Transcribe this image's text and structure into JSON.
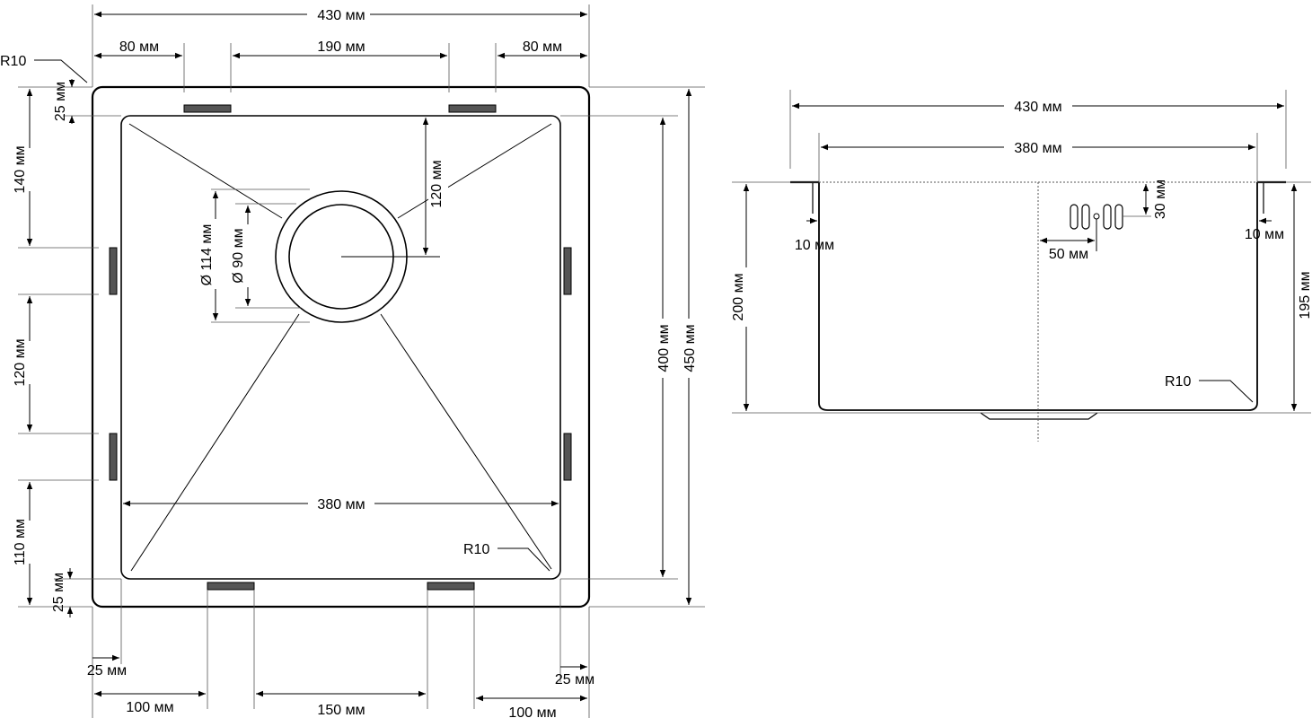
{
  "top_view": {
    "width_overall": "430 мм",
    "bracket_left": "80 мм",
    "bracket_middle": "190 мм",
    "bracket_right": "80 мм",
    "radius_outer": "R10",
    "top_flange": "25 мм",
    "left_140": "140 мм",
    "left_120": "120 мм",
    "left_110": "110 мм",
    "bottom_flange": "25 мм",
    "drain_outer_diameter": "Ø 114 мм",
    "drain_inner_diameter": "Ø 90 мм",
    "drain_offset": "120 мм",
    "depth_inner": "400 мм",
    "depth_overall": "450 мм",
    "inner_width": "380 мм",
    "radius_inner": "R10",
    "bottom_left_flange": "25 мм",
    "bottom_right_flange": "25 мм",
    "bottom_100_left": "100 мм",
    "bottom_150": "150 мм",
    "bottom_100_right": "100 мм"
  },
  "side_view": {
    "width_overall": "430 мм",
    "inner_width": "380 мм",
    "overflow_height": "30 мм",
    "flange_left": "10 мм",
    "flange_right": "10 мм",
    "overflow_offset": "50 мм",
    "height_total": "200 мм",
    "height_inner": "195 мм",
    "radius": "R10"
  }
}
